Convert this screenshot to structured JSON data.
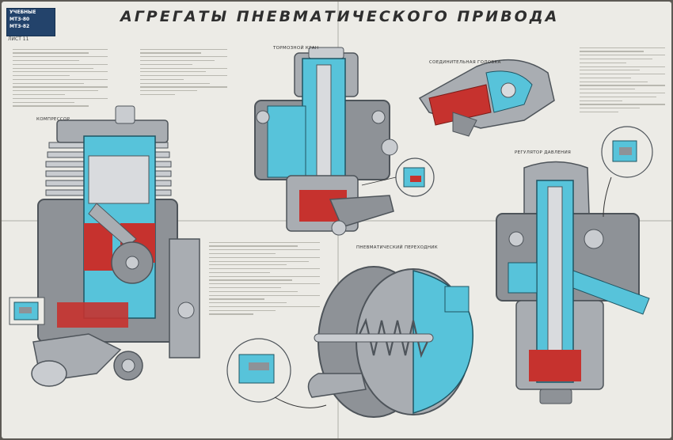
{
  "title": "АГРЕГАТЫ ПНЕВМАТИЧЕСКОГО ПРИВОДА",
  "badge": {
    "row1": "УЧЕБНЫЕ",
    "row2": "МТЗ-80",
    "row3": "МТЗ-82"
  },
  "sheet_number": "ЛИСТ 11",
  "component_labels": {
    "compressor": "КОМПРЕССОР",
    "brake_valve": "ТОРМОЗНОЙ КРАН",
    "coupling_head": "СОЕДИНИТЕЛЬНАЯ ГОЛОВКА",
    "pressure_regulator": "РЕГУЛЯТОР ДАВЛЕНИЯ",
    "pneumatic_adapter": "ПНЕВМАТИЧЕСКИЙ ПЕРЕХОДНИК"
  },
  "colors": {
    "air_channel": "#57c3da",
    "cut_red": "#c6322e",
    "metal": "#8e9297",
    "metal_light": "#c9ccd0",
    "metal_dark": "#4e545a",
    "paper": "#ecebe6",
    "badge_blue": "#23436b"
  }
}
